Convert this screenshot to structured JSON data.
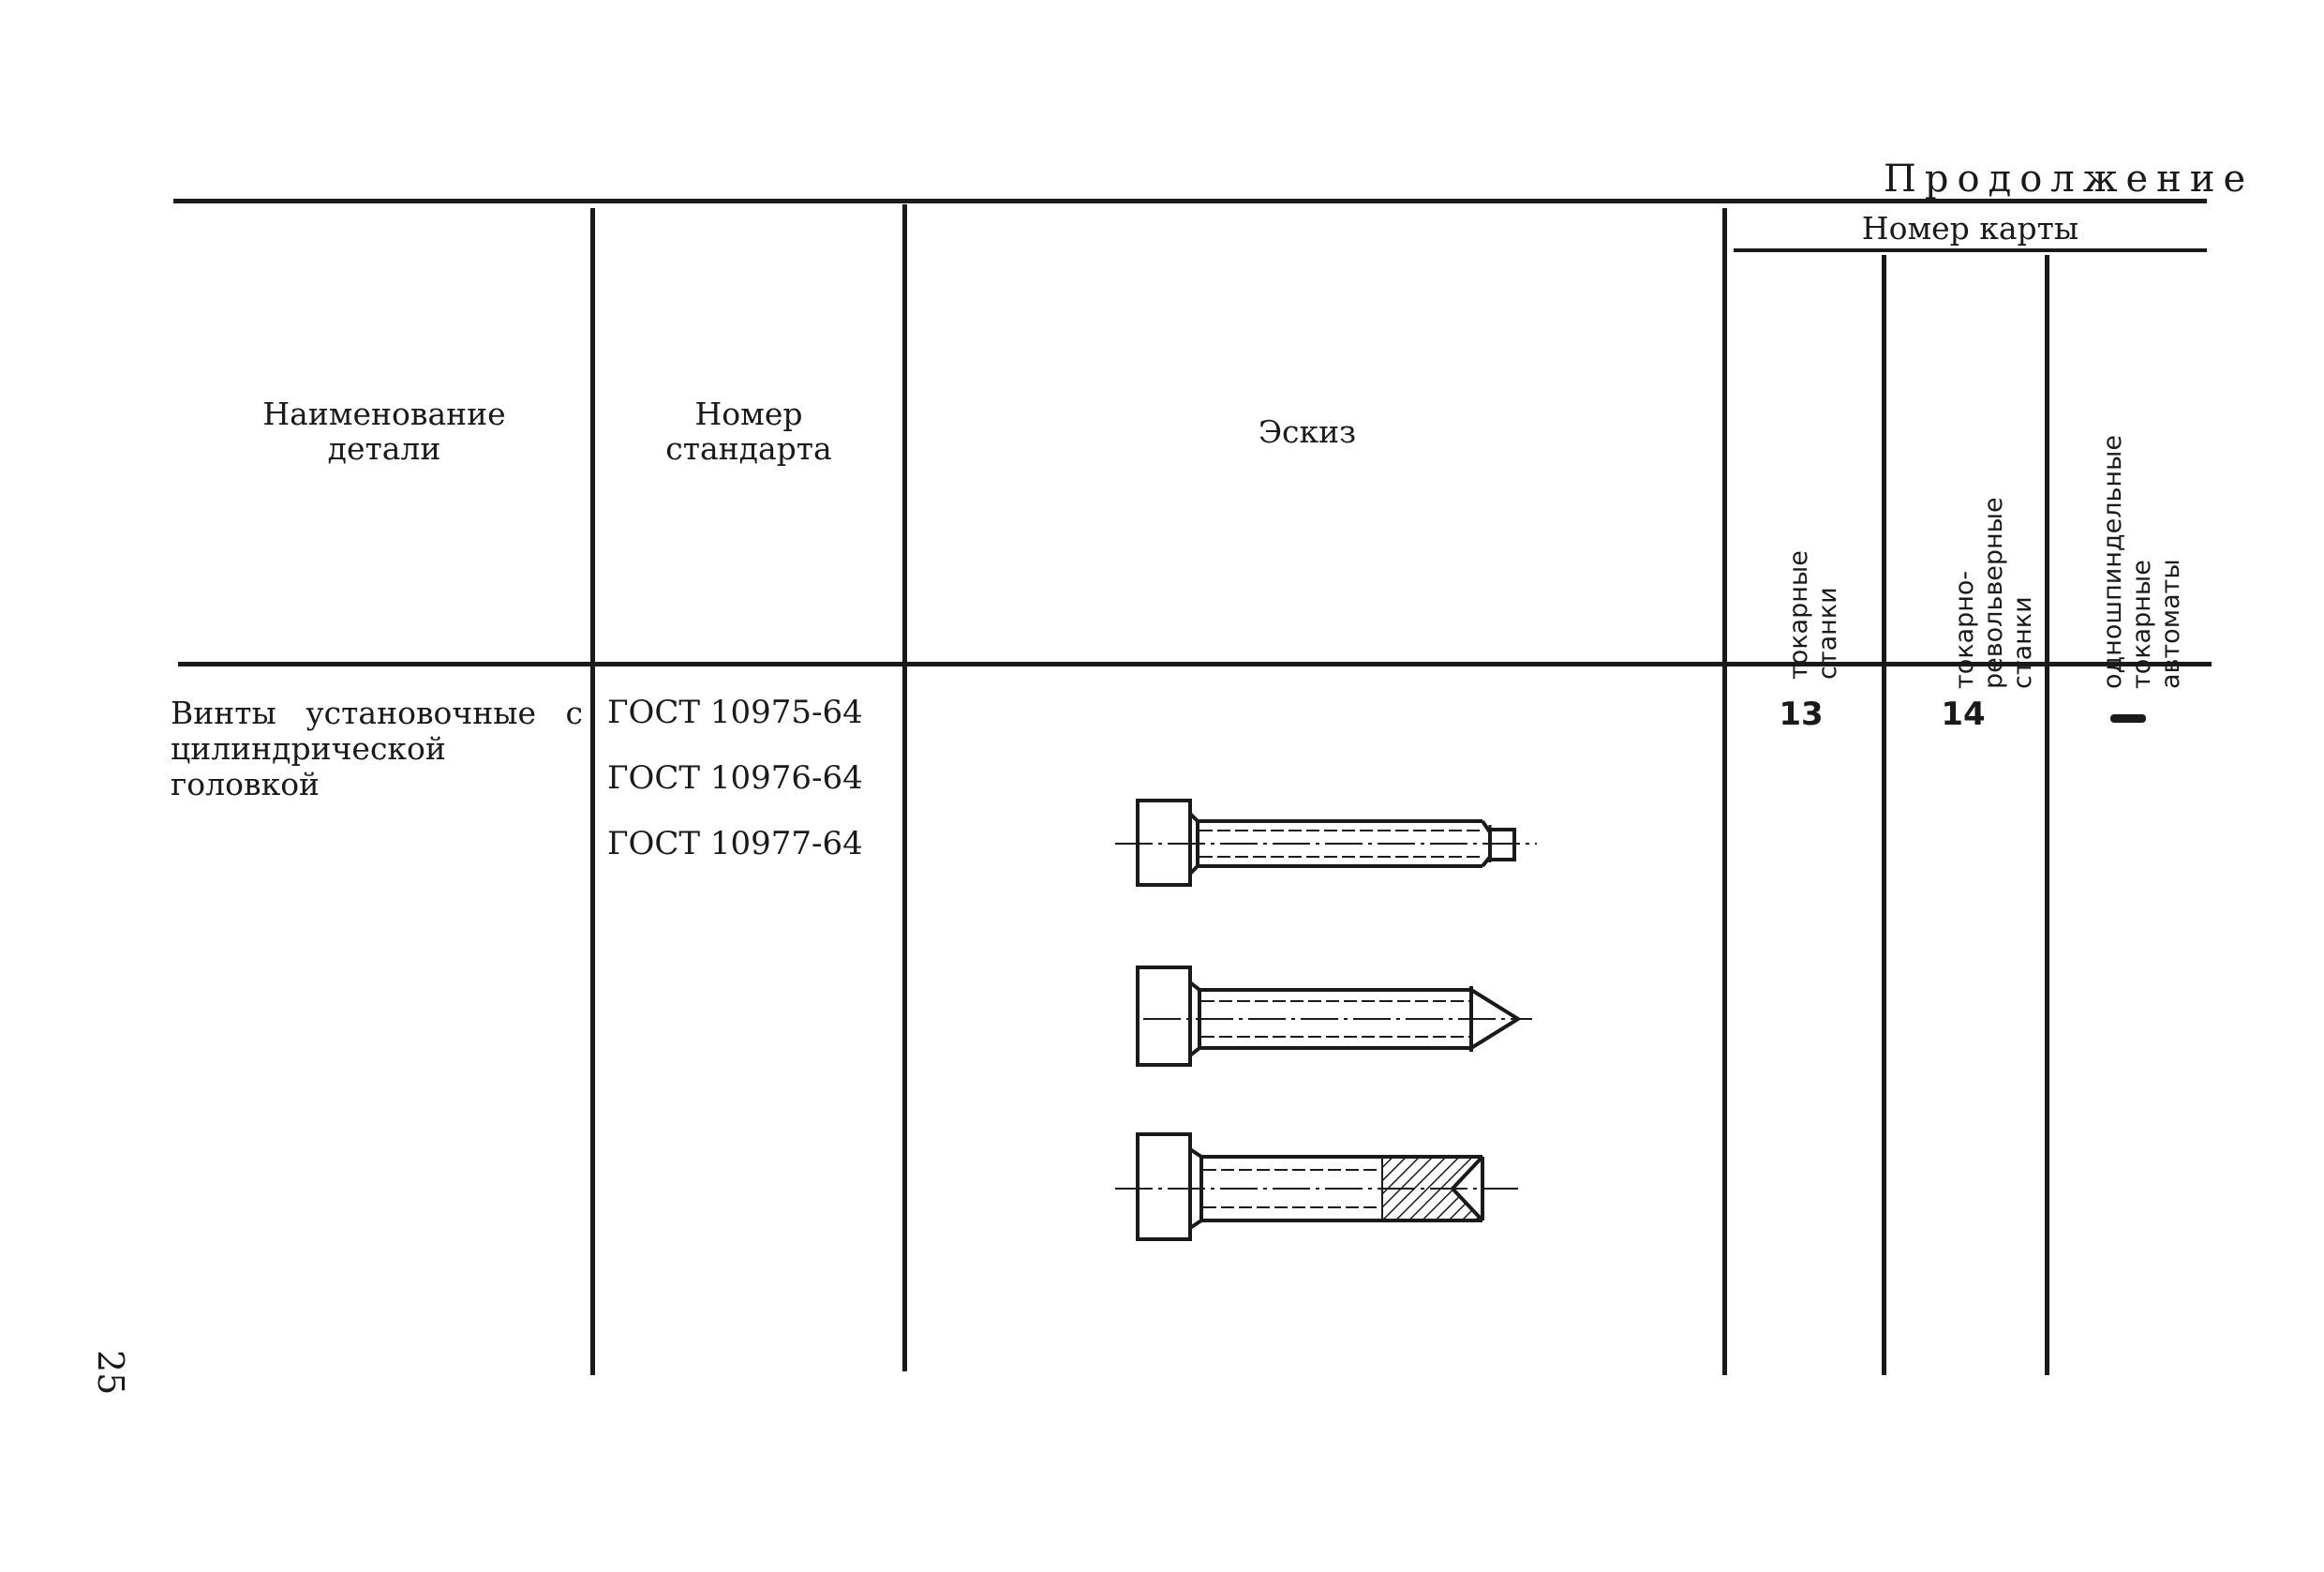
{
  "continuation_label": "Продолжение",
  "headers": {
    "part_name_line1": "Наименование",
    "part_name_line2": "детали",
    "standard_line1": "Номер",
    "standard_line2": "стандарта",
    "sketch": "Эскиз",
    "card_number": "Номер карты",
    "sub1_line1": "токарные",
    "sub1_line2": "станки",
    "sub2_line1": "токарно-",
    "sub2_line2": "револьверные",
    "sub2_line3": "станки",
    "sub3_line1": "одношпиндельные",
    "sub3_line2": "токарные",
    "sub3_line3": "автоматы"
  },
  "row": {
    "part_name": "Винты установочные с цилиндрической головкой",
    "standards": [
      "ГОСТ 10975-64",
      "ГОСТ 10976-64",
      "ГОСТ 10977-64"
    ],
    "card_lathe": "13",
    "card_turret": "14",
    "card_auto": "—"
  },
  "page_number": "25"
}
